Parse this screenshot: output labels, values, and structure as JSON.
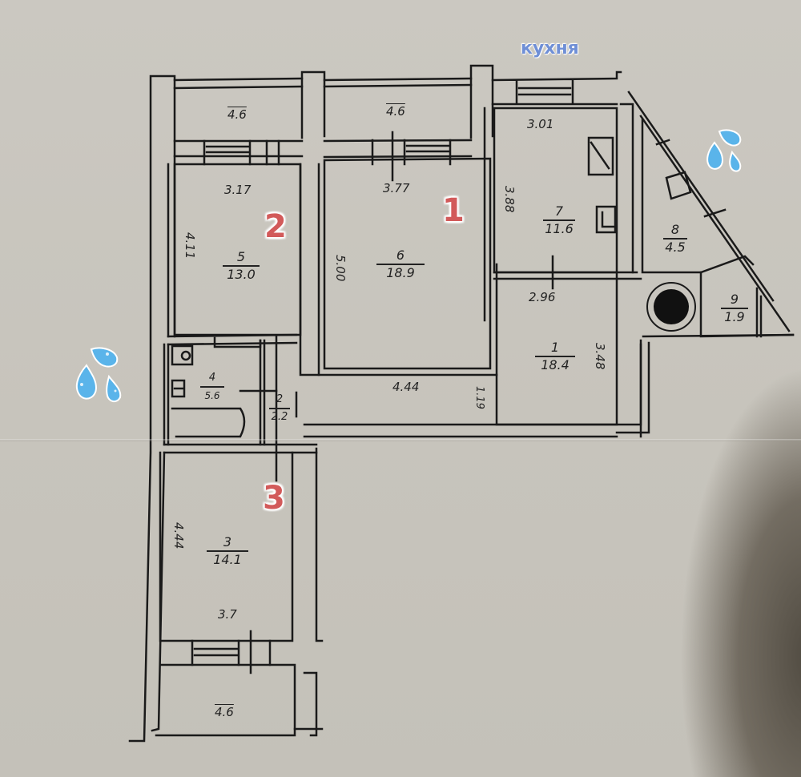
{
  "plan": {
    "annotation_label": "кухня",
    "room_badges": [
      {
        "number": "1",
        "color": "#d25a5a"
      },
      {
        "number": "2",
        "color": "#d25a5a"
      },
      {
        "number": "3",
        "color": "#d25a5a"
      }
    ],
    "rooms": [
      {
        "id": "1",
        "area": "18.4",
        "dims": [
          "2.96",
          "3.48",
          "4.44",
          "1.19"
        ]
      },
      {
        "id": "2",
        "area": "2.2"
      },
      {
        "id": "3",
        "area": "14.1",
        "dims": [
          "4.44",
          "3.7"
        ]
      },
      {
        "id": "4",
        "area": "5.6"
      },
      {
        "id": "5",
        "area": "13.0",
        "dims": [
          "3.17",
          "4.11"
        ]
      },
      {
        "id": "6",
        "area": "18.9",
        "dims": [
          "3.77",
          "5.00"
        ]
      },
      {
        "id": "7",
        "area": "11.6",
        "dims": [
          "3.01",
          "3.88"
        ]
      },
      {
        "id": "8",
        "area": "4.5"
      },
      {
        "id": "9",
        "area": "1.9"
      }
    ],
    "balconies": [
      {
        "label": "4.6",
        "position": "top-left"
      },
      {
        "label": "4.6",
        "position": "top-middle"
      },
      {
        "label": "4.6",
        "position": "bottom"
      }
    ],
    "water_drop_stickers": [
      "left",
      "right"
    ],
    "drop_color": "#5ab4ea"
  }
}
